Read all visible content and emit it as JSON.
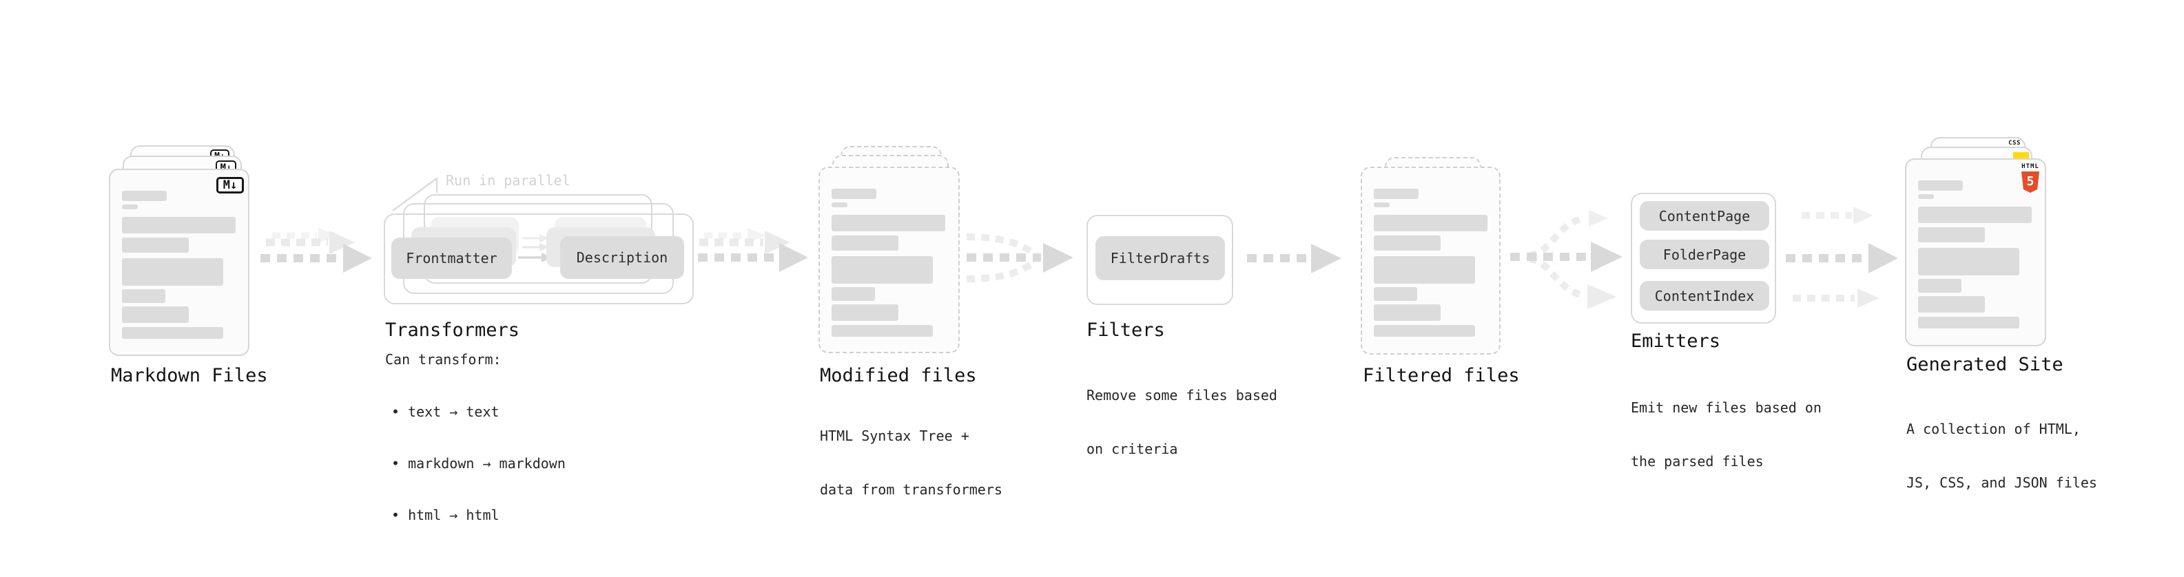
{
  "colors": {
    "html5_orange": "#e44d26",
    "js_yellow": "#ffdb00",
    "css_blue": "#2b66e8"
  },
  "stages": {
    "markdown": {
      "title": "Markdown Files",
      "badge": "M↓"
    },
    "transformers": {
      "title": "Transformers",
      "annotation": "Run in parallel",
      "pill_frontmatter": "Frontmatter",
      "pill_description": "Description",
      "desc_heading": "Can transform:",
      "bullets": [
        "• text → text",
        "• markdown → markdown",
        "• html → html"
      ]
    },
    "modified": {
      "title": "Modified files",
      "desc": [
        "HTML Syntax Tree +",
        "data from transformers"
      ]
    },
    "filters": {
      "title": "Filters",
      "pill": "FilterDrafts",
      "desc": [
        "Remove some files based",
        "on criteria"
      ]
    },
    "filtered": {
      "title": "Filtered files"
    },
    "emitters": {
      "title": "Emitters",
      "pills": [
        "ContentPage",
        "FolderPage",
        "ContentIndex"
      ],
      "desc": [
        "Emit new files based on",
        "the parsed files"
      ]
    },
    "generated": {
      "title": "Generated Site",
      "desc": [
        "A collection of HTML,",
        "JS, CSS, and JSON files"
      ],
      "css_badge": "CSS",
      "html_badge_label": "HTML",
      "html_badge_number": "5"
    }
  }
}
